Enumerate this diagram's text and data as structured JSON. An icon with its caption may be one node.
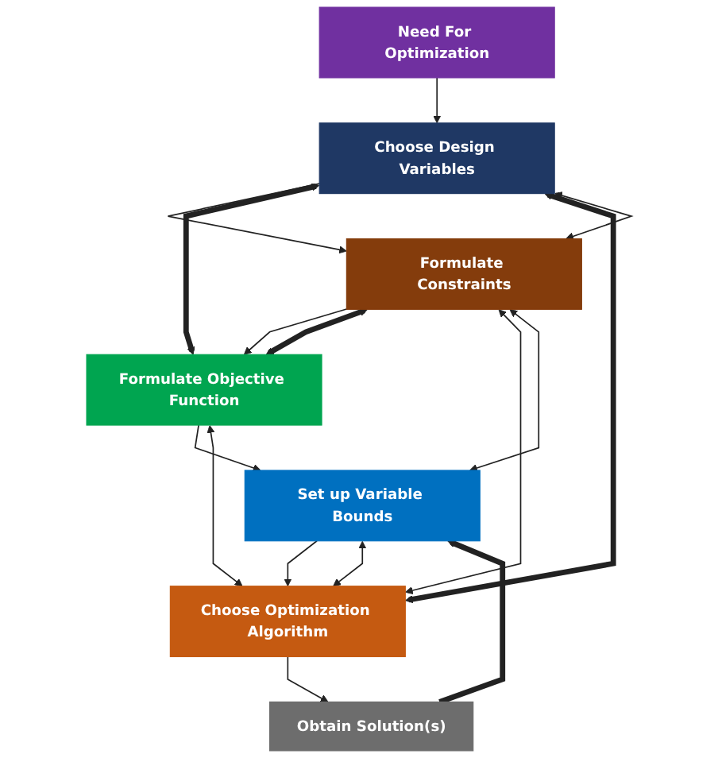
{
  "diagram": {
    "nodes": [
      {
        "text": [
          "Need For Optimization"
        ]
      },
      {
        "text": [
          "Choose Design Variables"
        ]
      },
      {
        "text": [
          "Formulate Constraints"
        ]
      },
      {
        "text": [
          "Formulate Objective Function"
        ]
      },
      {
        "text": [
          "Set up Variable Bounds"
        ]
      },
      {
        "text": [
          "Choose Optimization Algorithm"
        ]
      },
      {
        "text": [
          "Obtain Solution(s)"
        ]
      }
    ],
    "edges": [
      {
        "from": 0,
        "to": 1,
        "arrow": "to"
      },
      {
        "from": 1,
        "to": 2,
        "arrow": "to"
      },
      {
        "from": 2,
        "to": 3,
        "arrow": "to"
      },
      {
        "from": 3,
        "to": 4,
        "arrow": "to"
      },
      {
        "from": 4,
        "to": 5,
        "arrow": "to"
      },
      {
        "from": 5,
        "to": 6,
        "arrow": "to"
      },
      {
        "from": 1,
        "to": 3,
        "arrow": "both",
        "style": "thick"
      },
      {
        "from": 2,
        "to": 3,
        "arrow": "both",
        "style": "thick"
      },
      {
        "from": 6,
        "to": 4,
        "arrow": "to",
        "style": "thick"
      },
      {
        "from": 1,
        "to": 5,
        "arrow": "both",
        "style": "thick"
      },
      {
        "from": 1,
        "to": 2,
        "arrow": "both"
      },
      {
        "from": 2,
        "to": 5,
        "arrow": "both"
      },
      {
        "from": 2,
        "to": 4,
        "arrow": "both"
      },
      {
        "from": 3,
        "to": 5,
        "arrow": "both"
      },
      {
        "from": 4,
        "to": 5,
        "arrow": "both"
      }
    ]
  }
}
